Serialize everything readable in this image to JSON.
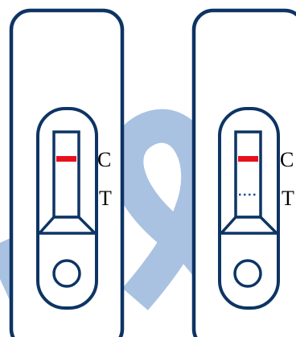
{
  "colors": {
    "outline": "#0d3464",
    "control_line": "#e8101c",
    "faint_test_line": "#1f4f8f",
    "background_ribbon": "#a9c2e2",
    "label_text": "#000000"
  },
  "cassettes": [
    {
      "control_label": "C",
      "test_label": "T",
      "control_line_visible": true,
      "test_line_style": "none"
    },
    {
      "control_label": "C",
      "test_label": "T",
      "control_line_visible": true,
      "test_line_style": "dotted"
    }
  ]
}
